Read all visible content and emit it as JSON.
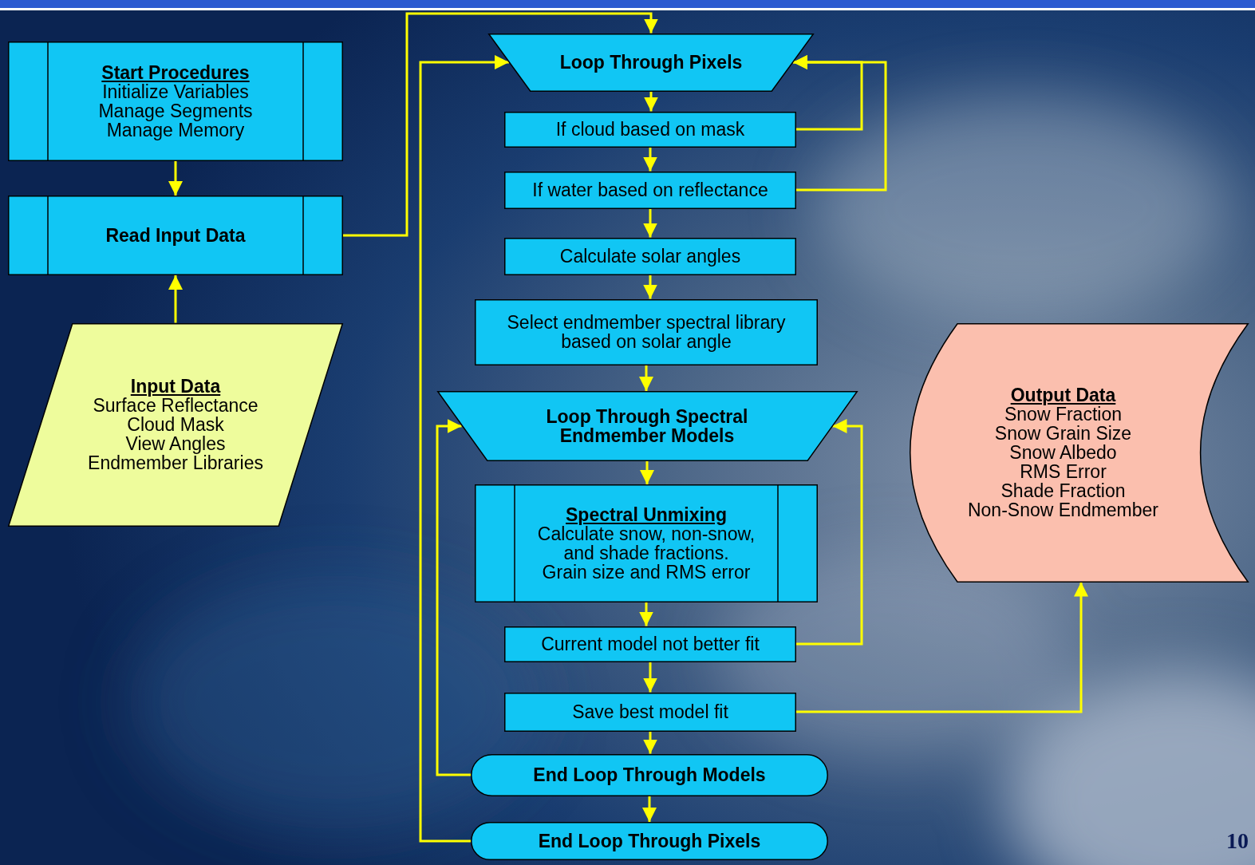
{
  "diagram": {
    "nodes": [
      {
        "text": [
          "Start Procedures",
          "Initialize Variables Manage Segments Manage Memory"
        ]
      },
      {
        "text": [
          "Read Input Data"
        ]
      },
      {
        "text": [
          "Input Data",
          "Surface Reflectance Cloud Mask View Angles Endmember Libraries"
        ]
      },
      {
        "text": [
          "Loop Through Pixels"
        ]
      },
      {
        "text": [
          "If cloud based on mask"
        ]
      },
      {
        "text": [
          "If water based on reflectance"
        ]
      },
      {
        "text": [
          "Calculate solar angles"
        ]
      },
      {
        "text": [
          "Select endmember spectral library based on solar angle"
        ]
      },
      {
        "text": [
          "Loop Through Spectral Endmember Models"
        ]
      },
      {
        "text": [
          "Spectral Unmixing",
          "Calculate snow, non-snow, and shade fractions. Grain size and RMS error"
        ]
      },
      {
        "text": [
          "Current model not better fit"
        ]
      },
      {
        "text": [
          "Save best model fit"
        ]
      },
      {
        "text": [
          "End Loop Through Models"
        ]
      },
      {
        "text": [
          "End Loop Through Pixels"
        ]
      },
      {
        "text": [
          "Output Data",
          "Snow Fraction Snow Grain Size Snow Albedo RMS Error Shade Fraction Non-Snow Endmember"
        ]
      }
    ],
    "edges": [
      {
        "from": 0,
        "to": 1,
        "arrow": "to"
      },
      {
        "from": 2,
        "to": 1,
        "arrow": "to"
      },
      {
        "from": 1,
        "to": 3,
        "arrow": "to"
      },
      {
        "from": 3,
        "to": 4,
        "arrow": "to"
      },
      {
        "from": 4,
        "to": 3,
        "arrow": "to"
      },
      {
        "from": 4,
        "to": 5,
        "arrow": "to"
      },
      {
        "from": 5,
        "to": 3,
        "arrow": "to"
      },
      {
        "from": 5,
        "to": 6,
        "arrow": "to"
      },
      {
        "from": 6,
        "to": 7,
        "arrow": "to"
      },
      {
        "from": 7,
        "to": 8,
        "arrow": "to"
      },
      {
        "from": 8,
        "to": 9,
        "arrow": "to"
      },
      {
        "from": 9,
        "to": 10,
        "arrow": "to"
      },
      {
        "from": 10,
        "to": 8,
        "arrow": "to"
      },
      {
        "from": 10,
        "to": 11,
        "arrow": "to"
      },
      {
        "from": 11,
        "to": 14,
        "arrow": "to"
      },
      {
        "from": 11,
        "to": 12,
        "arrow": "to"
      },
      {
        "from": 12,
        "to": 8,
        "arrow": "to"
      },
      {
        "from": 12,
        "to": 13,
        "arrow": "to"
      },
      {
        "from": 13,
        "to": 3,
        "arrow": "to"
      }
    ],
    "labels": [
      "10"
    ]
  }
}
